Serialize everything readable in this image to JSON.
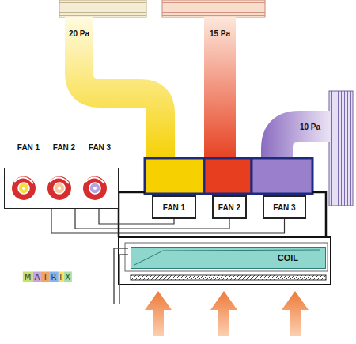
{
  "diagram": {
    "nodes": [
      {
        "text": [
          "FAN 1",
          "FAN 2",
          "FAN 3"
        ]
      },
      {
        "text": [
          "FAN 1"
        ]
      },
      {
        "text": [
          "FAN 2"
        ]
      },
      {
        "text": [
          "FAN 3"
        ]
      },
      {
        "text": [
          "COIL"
        ]
      }
    ],
    "edges": [
      {
        "from": 0,
        "to": 1,
        "arrow": "none"
      },
      {
        "from": 0,
        "to": 2,
        "arrow": "none"
      },
      {
        "from": 0,
        "to": 3,
        "arrow": "none"
      }
    ],
    "labels": [
      "20 Pa",
      "15 Pa",
      "10 Pa",
      "MATRIX"
    ]
  }
}
